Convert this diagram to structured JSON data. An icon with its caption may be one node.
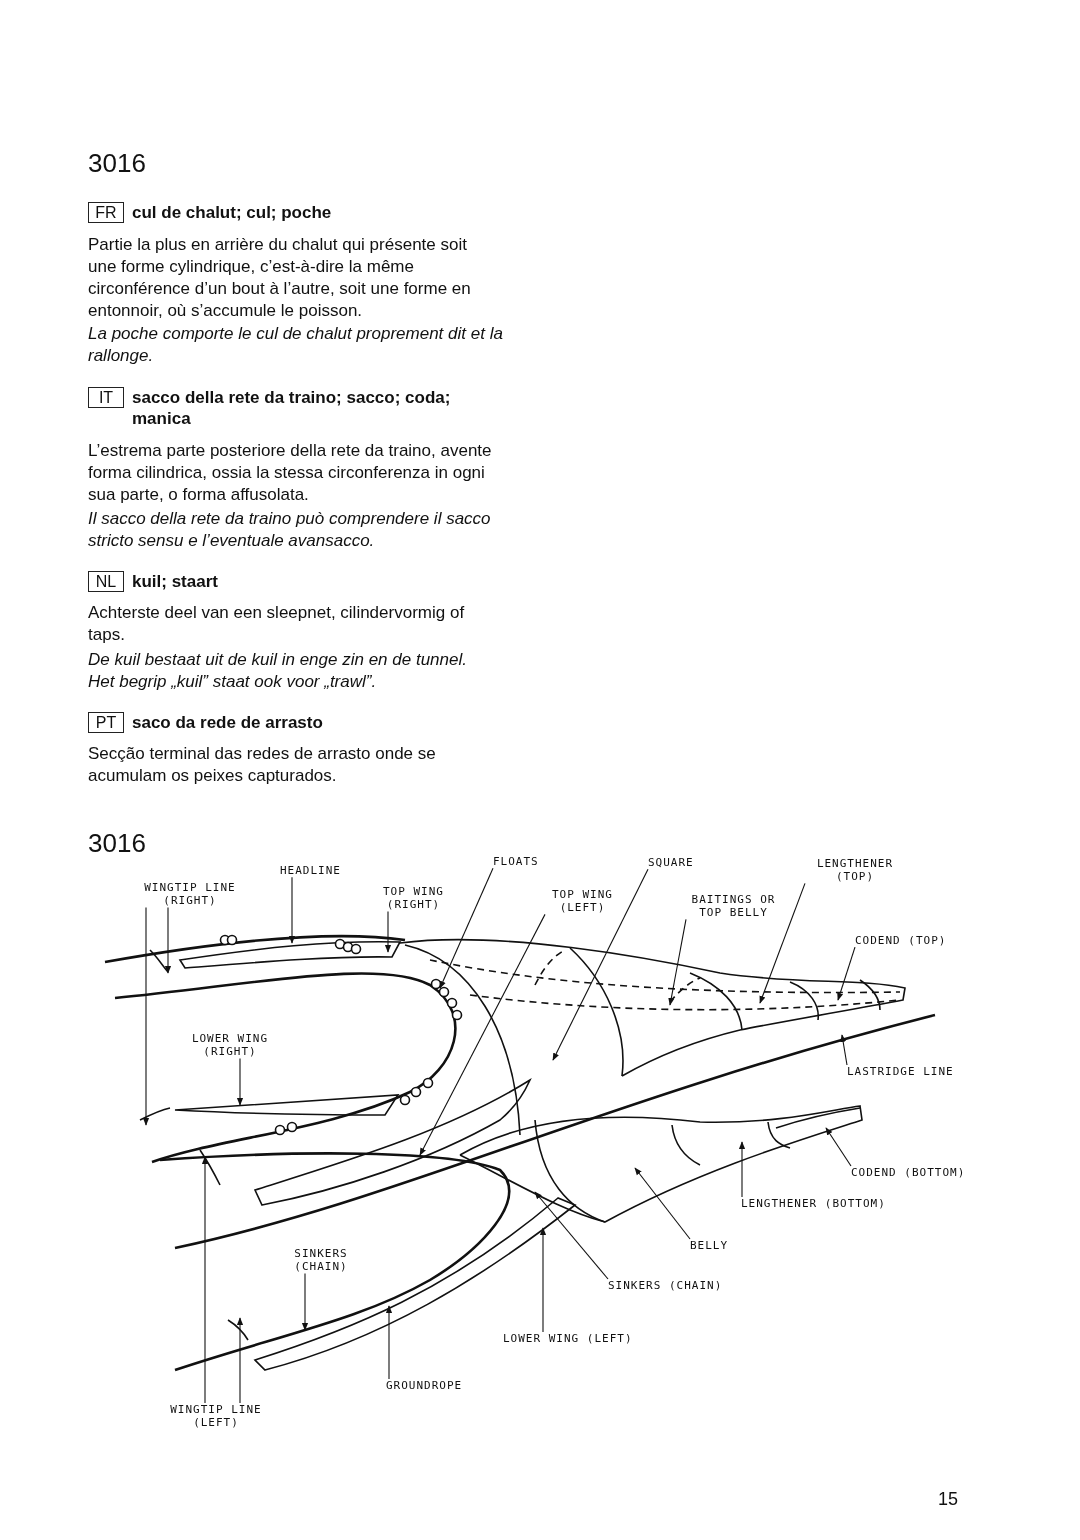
{
  "diagram": {
    "nodes": [
      {
        "text": [
          "FR"
        ],
        "beside": [
          "cul de chalut; cul; poche"
        ]
      },
      {
        "text": [
          "IT"
        ],
        "beside": [
          "sacco della rete da traino; sacco; coda; manica"
        ]
      },
      {
        "text": [
          "NL"
        ],
        "beside": [
          "kuil; staart"
        ]
      },
      {
        "text": [
          "PT"
        ],
        "beside": [
          "saco da rede de arrasto"
        ]
      },
      {
        "text": [
          "WINGTIP LINE (RIGHT)"
        ]
      },
      {
        "text": [
          "HEADLINE"
        ]
      },
      {
        "text": [
          "FLOATS"
        ]
      },
      {
        "text": [
          "TOP WING (RIGHT)"
        ]
      },
      {
        "text": [
          "TOP WING (LEFT)"
        ]
      },
      {
        "text": [
          "SQUARE"
        ]
      },
      {
        "text": [
          "BAITINGS OR TOP BELLY"
        ]
      },
      {
        "text": [
          "LENGTHENER (TOP)"
        ]
      },
      {
        "text": [
          "CODEND (TOP)"
        ]
      },
      {
        "text": [
          "LOWER WING (RIGHT)"
        ]
      },
      {
        "text": [
          "LASTRIDGE LINE"
        ]
      },
      {
        "text": [
          "CODEND (BOTTOM)"
        ]
      },
      {
        "text": [
          "LENGTHENER (BOTTOM)"
        ]
      },
      {
        "text": [
          "BELLY"
        ]
      },
      {
        "text": [
          "SINKERS (CHAIN)"
        ]
      },
      {
        "text": [
          "SINKERS (CHAIN)"
        ]
      },
      {
        "text": [
          "LOWER WING (LEFT)"
        ]
      },
      {
        "text": [
          "GROUNDROPE"
        ]
      },
      {
        "text": [
          "WINGTIP LINE (LEFT)"
        ]
      }
    ],
    "edges": [
      {
        "from": 4,
        "to": null,
        "arrow": "to"
      },
      {
        "from": 4,
        "to": null,
        "arrow": "to"
      },
      {
        "from": 5,
        "to": null,
        "arrow": "to"
      },
      {
        "from": 6,
        "to": null,
        "arrow": "to"
      },
      {
        "from": 7,
        "to": null,
        "arrow": "to"
      },
      {
        "from": 8,
        "to": null,
        "arrow": "to"
      },
      {
        "from": 9,
        "to": null,
        "arrow": "to"
      },
      {
        "from": 10,
        "to": null,
        "arrow": "to"
      },
      {
        "from": 11,
        "to": null,
        "arrow": "to"
      },
      {
        "from": 12,
        "to": null,
        "arrow": "to"
      },
      {
        "from": 13,
        "to": null,
        "arrow": "to"
      },
      {
        "from": 14,
        "to": null,
        "arrow": "to"
      },
      {
        "from": 15,
        "to": null,
        "arrow": "to"
      },
      {
        "from": 16,
        "to": null,
        "arrow": "to"
      },
      {
        "from": 17,
        "to": null,
        "arrow": "to"
      },
      {
        "from": 18,
        "to": null,
        "arrow": "to"
      },
      {
        "from": 19,
        "to": null,
        "arrow": "to"
      },
      {
        "from": 20,
        "to": null,
        "arrow": "to"
      },
      {
        "from": 21,
        "to": null,
        "arrow": "to"
      },
      {
        "from": 22,
        "to": null,
        "arrow": "to"
      },
      {
        "from": 22,
        "to": null,
        "arrow": "to"
      }
    ],
    "labels": [
      "3016",
      "Partie la plus en arrière du chalut qui présente soit une forme cylindrique, c’est-à-dire la même circonférence d’un bout à l’autre, soit une forme en entonnoir, où s’accumule le poisson.",
      "La poche comporte le cul de chalut proprement dit et la rallonge.",
      "L’estrema parte posteriore della rete da traino, avente forma cilindrica, ossia la stessa circonferenza in ogni sua parte, o forma affusolata.",
      "Il sacco della rete da traino può comprendere il sacco stricto sensu e l’eventuale avansacco.",
      "Achterste deel van een sleepnet, cilindervormig of taps.",
      "De kuil bestaat uit de kuil in enge zin en de tunnel. Het begrip „kuil” staat ook voor „trawl”.",
      "Secção terminal das redes de arrasto onde se acumulam os peixes capturados.",
      "3016",
      "15"
    ]
  }
}
